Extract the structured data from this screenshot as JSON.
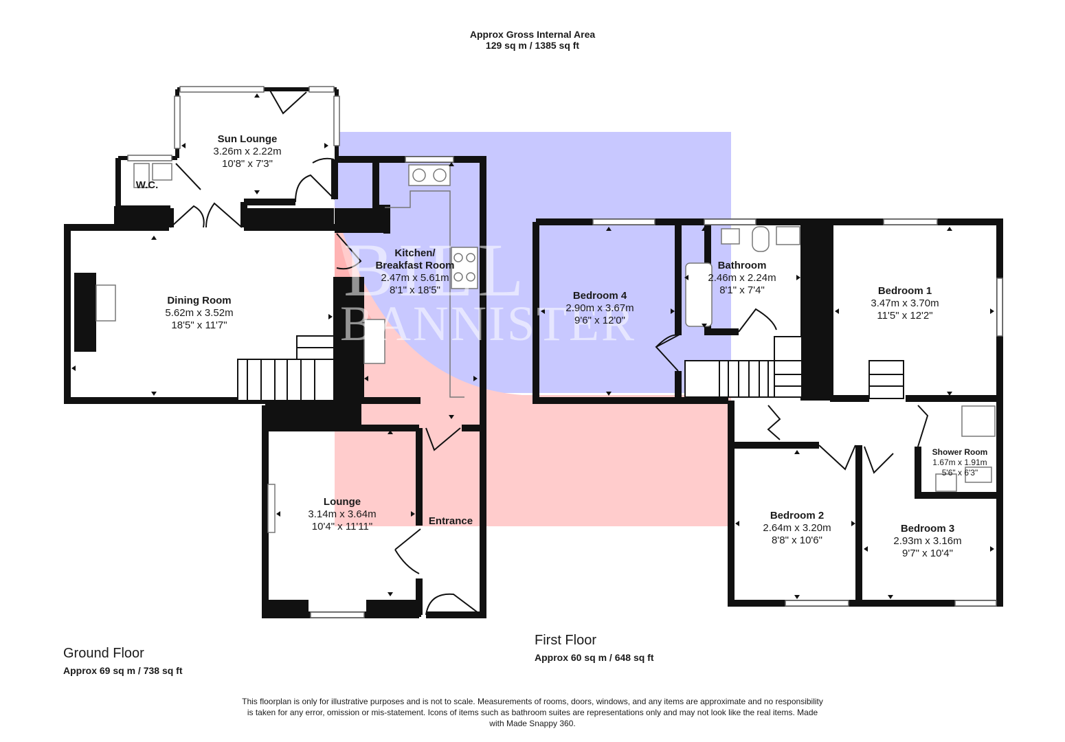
{
  "header": {
    "title": "Approx Gross Internal Area",
    "area": "129 sq m / 1385 sq ft"
  },
  "watermark": {
    "line1": "BILL",
    "line2": "BANNISTER",
    "colors": [
      "#c8c8ff",
      "#ffcccc"
    ]
  },
  "ground_floor": {
    "title": "Ground Floor",
    "area": "Approx 69 sq m / 738 sq ft",
    "rooms": {
      "sun_lounge": {
        "name": "Sun Lounge",
        "metric": "3.26m x 2.22m",
        "imperial": "10'8\" x 7'3\""
      },
      "wc": {
        "name": "W.C."
      },
      "dining_room": {
        "name": "Dining Room",
        "metric": "5.62m x 3.52m",
        "imperial": "18'5\" x 11'7\""
      },
      "kitchen": {
        "name": "Kitchen/\nBreakfast Room",
        "metric": "2.47m x 5.61m",
        "imperial": "8'1\" x 18'5\""
      },
      "lounge": {
        "name": "Lounge",
        "metric": "3.14m x 3.64m",
        "imperial": "10'4\" x 11'11\""
      },
      "entrance": {
        "name": "Entrance"
      }
    }
  },
  "first_floor": {
    "title": "First Floor",
    "area": "Approx 60 sq m / 648 sq ft",
    "rooms": {
      "bedroom_4": {
        "name": "Bedroom 4",
        "metric": "2.90m x 3.67m",
        "imperial": "9'6\" x 12'0\""
      },
      "bathroom": {
        "name": "Bathroom",
        "metric": "2.46m x 2.24m",
        "imperial": "8'1\" x 7'4\""
      },
      "bedroom_1": {
        "name": "Bedroom 1",
        "metric": "3.47m x 3.70m",
        "imperial": "11'5\" x 12'2\""
      },
      "shower_room": {
        "name": "Shower Room",
        "metric": "1.67m x 1.91m",
        "imperial": "5'6\" x 6'3\""
      },
      "bedroom_2": {
        "name": "Bedroom 2",
        "metric": "2.64m x 3.20m",
        "imperial": "8'8\" x 10'6\""
      },
      "bedroom_3": {
        "name": "Bedroom 3",
        "metric": "2.93m x 3.16m",
        "imperial": "9'7\" x 10'4\""
      }
    }
  },
  "disclaimer": "This floorplan is only for illustrative purposes and is not to scale. Measurements of rooms, doors, windows, and any items are approximate and no responsibility is taken for any error, omission or mis-statement. Icons of items such as bathroom suites are representations only and may not look like the real items. Made with Made Snappy 360.",
  "colors": {
    "wall": "#111111",
    "window": "#888888",
    "overlay_blue": "#c8c8ff",
    "overlay_red": "#ffcccc"
  }
}
